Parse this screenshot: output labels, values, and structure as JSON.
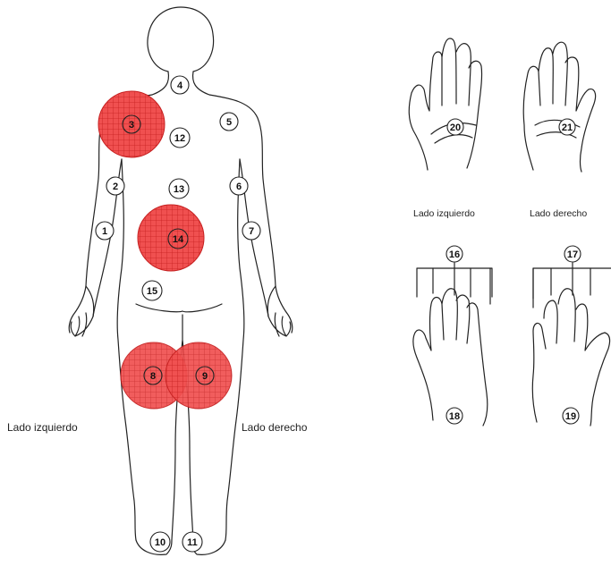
{
  "labels": {
    "body_left": "Lado izquierdo",
    "body_right": "Lado derecho",
    "palms_left": "Lado izquierdo",
    "palms_right": "Lado derecho"
  },
  "markers": {
    "m1": "1",
    "m2": "2",
    "m3": "3",
    "m4": "4",
    "m5": "5",
    "m6": "6",
    "m7": "7",
    "m8": "8",
    "m9": "9",
    "m10": "10",
    "m11": "11",
    "m12": "12",
    "m13": "13",
    "m14": "14",
    "m15": "15",
    "m16": "16",
    "m17": "17",
    "m18": "18",
    "m19": "19",
    "m20": "20",
    "m21": "21"
  },
  "highlighted_points": [
    "3",
    "14",
    "8",
    "9"
  ],
  "colors": {
    "highlight_fill": "#f05050",
    "highlight_grid": "#c62020",
    "outline": "#222222"
  }
}
